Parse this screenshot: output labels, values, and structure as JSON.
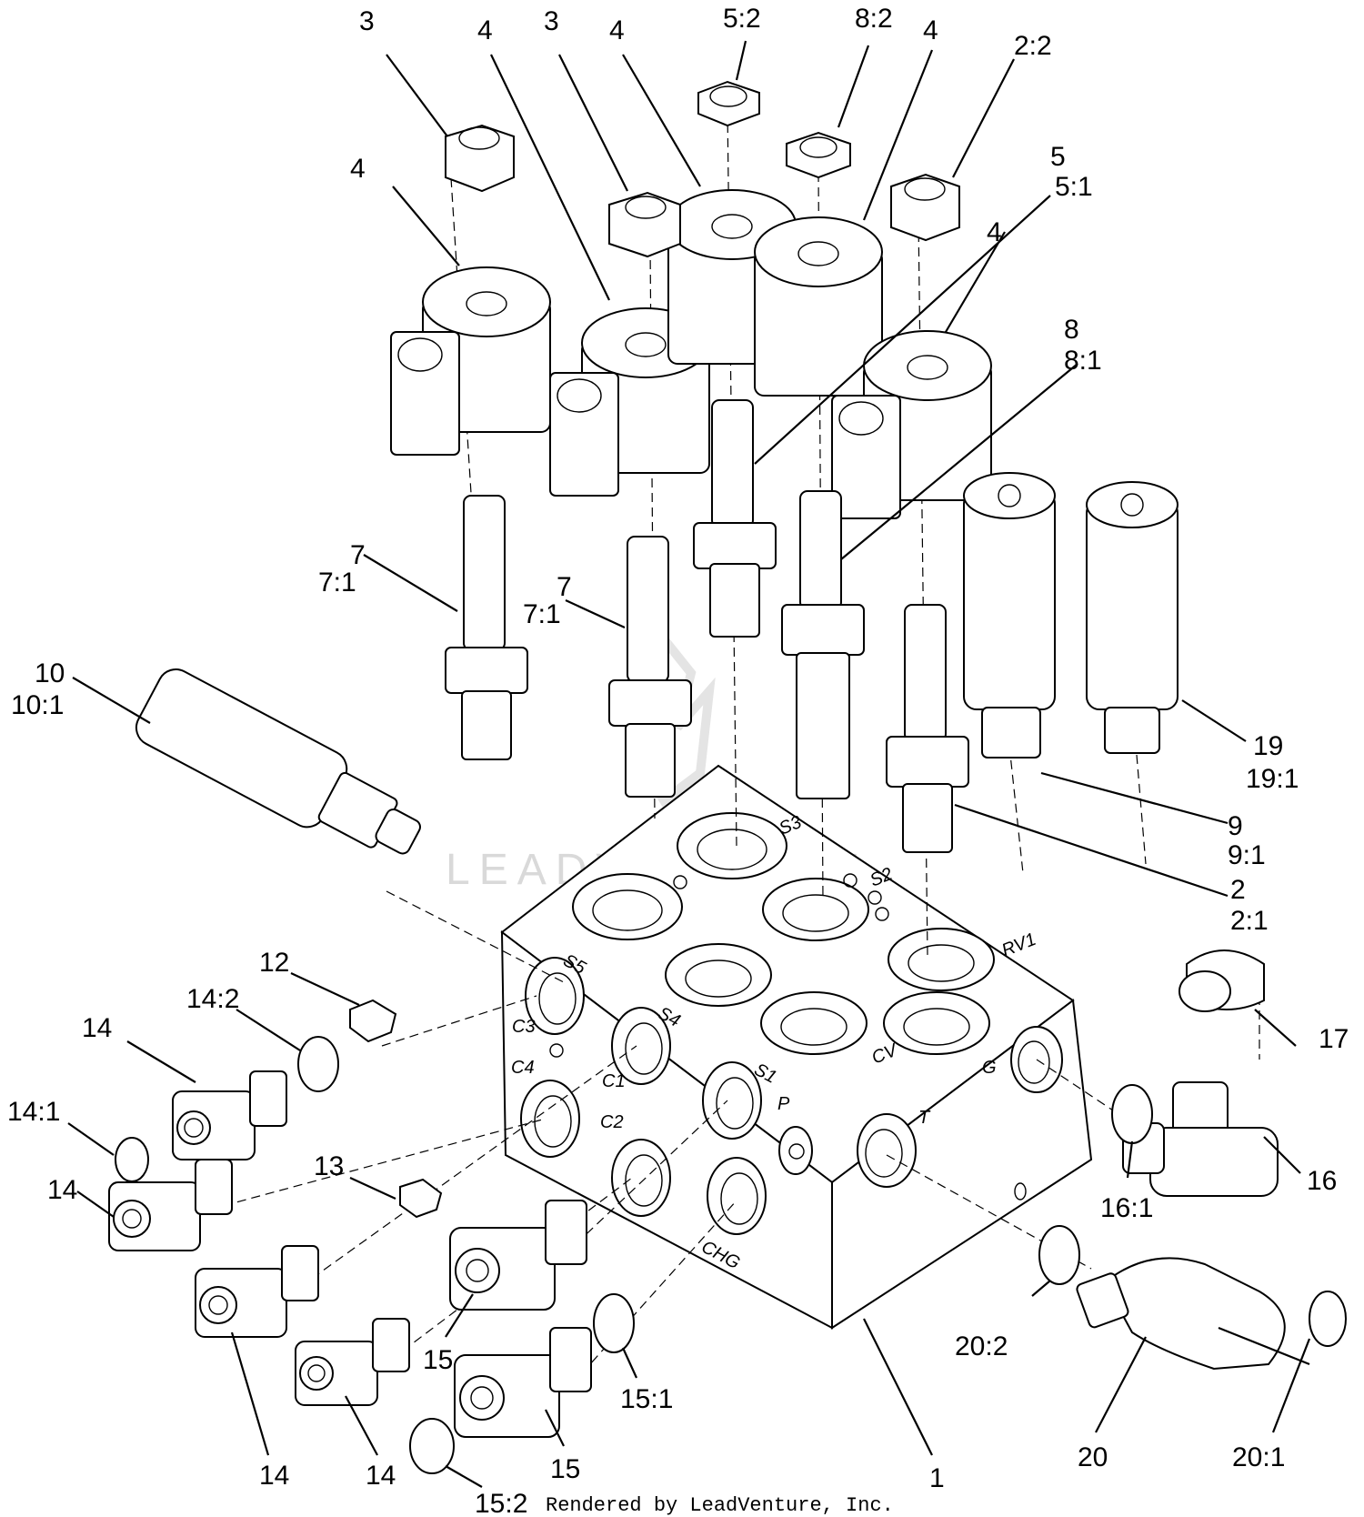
{
  "callouts": [
    {
      "id": "c3a",
      "text": "3"
    },
    {
      "id": "c4a",
      "text": "4"
    },
    {
      "id": "c3b",
      "text": "3"
    },
    {
      "id": "c4b",
      "text": "4"
    },
    {
      "id": "c52",
      "text": "5:2"
    },
    {
      "id": "c82",
      "text": "8:2"
    },
    {
      "id": "c4c",
      "text": "4"
    },
    {
      "id": "c22",
      "text": "2:2"
    },
    {
      "id": "c4d",
      "text": "4"
    },
    {
      "id": "c4e",
      "text": "4"
    },
    {
      "id": "c5",
      "text": "5"
    },
    {
      "id": "c51",
      "text": "5:1"
    },
    {
      "id": "c4f",
      "text": "4"
    },
    {
      "id": "c8",
      "text": "8"
    },
    {
      "id": "c81",
      "text": "8:1"
    },
    {
      "id": "c7a",
      "text": "7"
    },
    {
      "id": "c71a",
      "text": "7:1"
    },
    {
      "id": "c7b",
      "text": "7"
    },
    {
      "id": "c71b",
      "text": "7:1"
    },
    {
      "id": "c10",
      "text": "10"
    },
    {
      "id": "c101",
      "text": "10:1"
    },
    {
      "id": "c19",
      "text": "19"
    },
    {
      "id": "c191",
      "text": "19:1"
    },
    {
      "id": "c9",
      "text": "9"
    },
    {
      "id": "c91",
      "text": "9:1"
    },
    {
      "id": "c2",
      "text": "2"
    },
    {
      "id": "c21",
      "text": "2:1"
    },
    {
      "id": "c12",
      "text": "12"
    },
    {
      "id": "c142",
      "text": "14:2"
    },
    {
      "id": "c14a",
      "text": "14"
    },
    {
      "id": "c141",
      "text": "14:1"
    },
    {
      "id": "c17",
      "text": "17"
    },
    {
      "id": "c13",
      "text": "13"
    },
    {
      "id": "c14b",
      "text": "14"
    },
    {
      "id": "c161",
      "text": "16:1"
    },
    {
      "id": "c16",
      "text": "16"
    },
    {
      "id": "c15a",
      "text": "15"
    },
    {
      "id": "c202",
      "text": "20:2"
    },
    {
      "id": "c151",
      "text": "15:1"
    },
    {
      "id": "c20",
      "text": "20"
    },
    {
      "id": "c201",
      "text": "20:1"
    },
    {
      "id": "c14c",
      "text": "14"
    },
    {
      "id": "c14d",
      "text": "14"
    },
    {
      "id": "c15b",
      "text": "15"
    },
    {
      "id": "c1",
      "text": "1"
    },
    {
      "id": "c152",
      "text": "15:2"
    }
  ],
  "port_labels": [
    "S3",
    "S2",
    "S5",
    "S4",
    "RV1",
    "S1",
    "CV",
    "C3",
    "C4",
    "C1",
    "C2",
    "P",
    "G",
    "T",
    "CHG"
  ],
  "watermark": "LEADVENTURE",
  "credit": "Rendered by LeadVenture, Inc."
}
